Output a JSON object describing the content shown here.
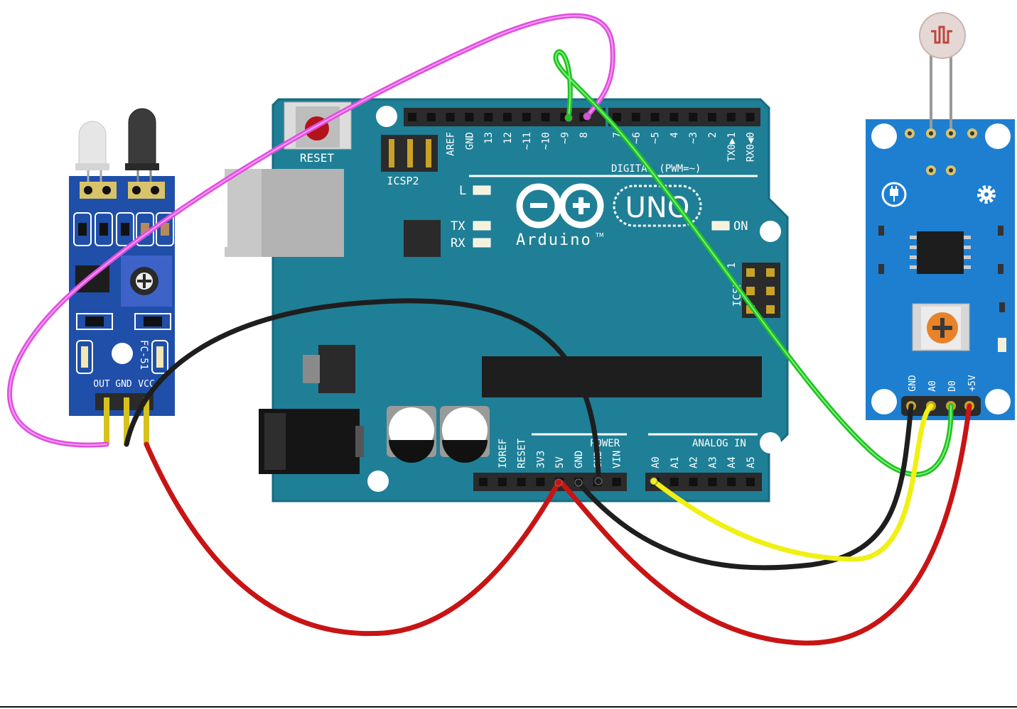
{
  "arduino": {
    "brand": "Arduino",
    "tm": "TM",
    "model": "UNO",
    "reset_label": "RESET",
    "icsp2_label": "ICSP2",
    "icsp_label": "ICSP",
    "digital_label": "DIGITAL (PWM=~)",
    "power_label": "POWER",
    "analog_label": "ANALOG IN",
    "led_l": "L",
    "led_tx": "TX",
    "led_rx": "RX",
    "led_on": "ON",
    "icsp_pin1": "1",
    "digital_pins": [
      "AREF",
      "GND",
      "13",
      "12",
      "~11",
      "~10",
      "~9",
      "8",
      "7",
      "~6",
      "~5",
      "4",
      "~3",
      "2",
      "TX0▶1",
      "RX0◀0"
    ],
    "power_pins": [
      "IOREF",
      "RESET",
      "3V3",
      "5V",
      "GND",
      "GND",
      "VIN"
    ],
    "analog_pins": [
      "A0",
      "A1",
      "A2",
      "A3",
      "A4",
      "A5"
    ],
    "colors": {
      "board": "#1f7f96",
      "board_edge": "#176b80",
      "header": "#2b2b2b",
      "silk": "#ffffff"
    }
  },
  "ir_sensor": {
    "model_label": "FC-51",
    "pin_labels": [
      "OUT",
      "GND",
      "VCC"
    ],
    "colors": {
      "board": "#1f4fa8"
    }
  },
  "ldr_module": {
    "pin_labels": [
      "GND",
      "A0",
      "D0",
      "+5V"
    ],
    "power_icon": "power-plug-icon",
    "gear_icon": "gear-icon",
    "colors": {
      "board": "#1e7fd0"
    }
  },
  "wires": [
    {
      "name": "wire-ir-out-to-d8",
      "color": "#e04ee0"
    },
    {
      "name": "wire-ir-gnd-to-gnd",
      "color": "#1e1e1e"
    },
    {
      "name": "wire-ir-vcc-to-5v",
      "color": "#c81414"
    },
    {
      "name": "wire-ldr-d0-to-d9",
      "color": "#1fc21f"
    },
    {
      "name": "wire-ldr-a0-to-a0",
      "color": "#f0f014"
    },
    {
      "name": "wire-ldr-gnd-to-gnd",
      "color": "#1e1e1e"
    },
    {
      "name": "wire-ldr-5v-to-5v",
      "color": "#c81414"
    }
  ]
}
